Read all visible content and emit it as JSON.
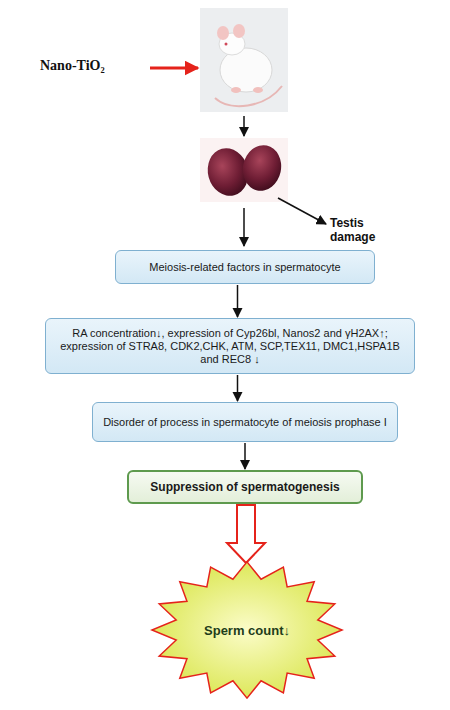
{
  "diagram": {
    "nodes": [
      {
        "text": [
          "Meiosis-related factors in spermatocyte"
        ]
      },
      {
        "text": [
          "RA concentration↓, expression of Cyp26bl, Nanos2 and γH2AX↑; expression of STRA8, CDK2,CHK, ATM, SCP,TEX11, DMC1,HSPA1B and REC8 ↓"
        ]
      },
      {
        "text": [
          "Disorder of process in spermatocyte of meiosis prophase I"
        ]
      },
      {
        "text": [
          "Suppression of spermatogenesis"
        ]
      },
      {
        "text": [
          "Sperm count↓"
        ]
      }
    ],
    "edges": [
      {
        "from": 0,
        "to": 1,
        "arrow": "to"
      },
      {
        "from": 1,
        "to": 2,
        "arrow": "to"
      },
      {
        "from": 2,
        "to": 3,
        "arrow": "to"
      },
      {
        "from": 3,
        "to": 4,
        "arrow": "to"
      }
    ],
    "labels": [
      "Nano-TiO₂",
      "Testis damage"
    ]
  }
}
